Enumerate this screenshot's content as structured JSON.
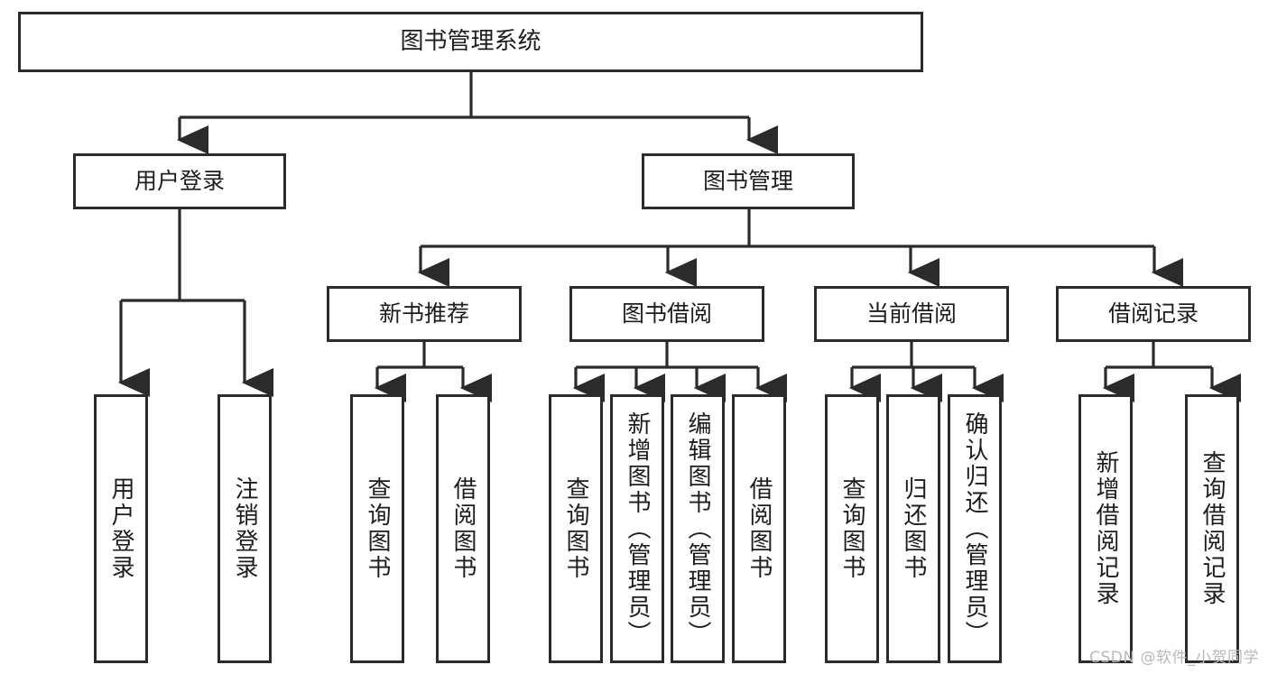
{
  "diagram": {
    "title": "图书管理系统",
    "type": "hierarchy-tree",
    "colors": {
      "box_border": "#2b2b2b",
      "box_fill": "#ffffff",
      "connector": "#2b2b2b",
      "text": "#1d1d1d",
      "watermark": "#b9b9b9",
      "background": "#ffffff"
    },
    "root": {
      "label": "图书管理系统"
    },
    "level2": [
      {
        "label": "用户登录"
      },
      {
        "label": "图书管理"
      }
    ],
    "level3": [
      {
        "label": "新书推荐"
      },
      {
        "label": "图书借阅"
      },
      {
        "label": "当前借阅"
      },
      {
        "label": "借阅记录"
      }
    ],
    "leaves": {
      "user_login": [
        {
          "label": "用户登录"
        },
        {
          "label": "注销登录"
        }
      ],
      "new_book_recommend": [
        {
          "label": "查询图书"
        },
        {
          "label": "借阅图书"
        }
      ],
      "book_borrow": [
        {
          "label": "查询图书"
        },
        {
          "label": "新增图书（管理员）"
        },
        {
          "label": "编辑图书（管理员）"
        },
        {
          "label": "借阅图书"
        }
      ],
      "current_borrow": [
        {
          "label": "查询图书"
        },
        {
          "label": "归还图书"
        },
        {
          "label": "确认归还（管理员）"
        }
      ],
      "borrow_record": [
        {
          "label": "新增借阅记录"
        },
        {
          "label": "查询借阅记录"
        }
      ]
    }
  },
  "watermark": {
    "text": "CSDN @软件_小贺同学"
  }
}
